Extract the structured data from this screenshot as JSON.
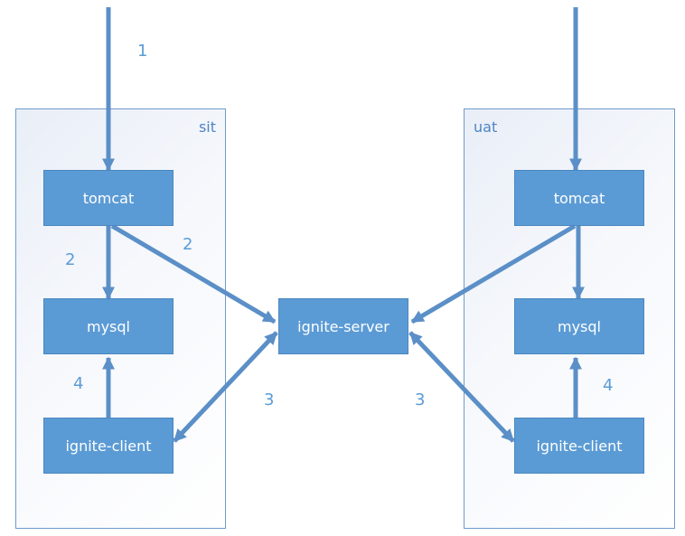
{
  "environments": {
    "sit": {
      "label": "sit"
    },
    "uat": {
      "label": "uat"
    }
  },
  "nodes": {
    "sit_tomcat": "tomcat",
    "sit_mysql": "mysql",
    "sit_ignite_client": "ignite-client",
    "ignite_server": "ignite-server",
    "uat_tomcat": "tomcat",
    "uat_mysql": "mysql",
    "uat_ignite_client": "ignite-client"
  },
  "step_labels": {
    "request": "1",
    "tomcat_to_mysql_sit": "2",
    "tomcat_to_server_sit": "2",
    "client_server_sit": "3",
    "client_server_uat": "3",
    "client_to_mysql_sit": "4",
    "client_to_mysql_uat": "4"
  },
  "colors": {
    "node_fill": "#5b9bd5",
    "arrow": "#5b8fc7",
    "env_border": "#6f9bc9",
    "label_text": "#5b9bd5"
  },
  "icons": [
    "arrow-down-icon",
    "arrow-up-icon",
    "arrow-diagonal-icon",
    "double-arrow-icon"
  ]
}
